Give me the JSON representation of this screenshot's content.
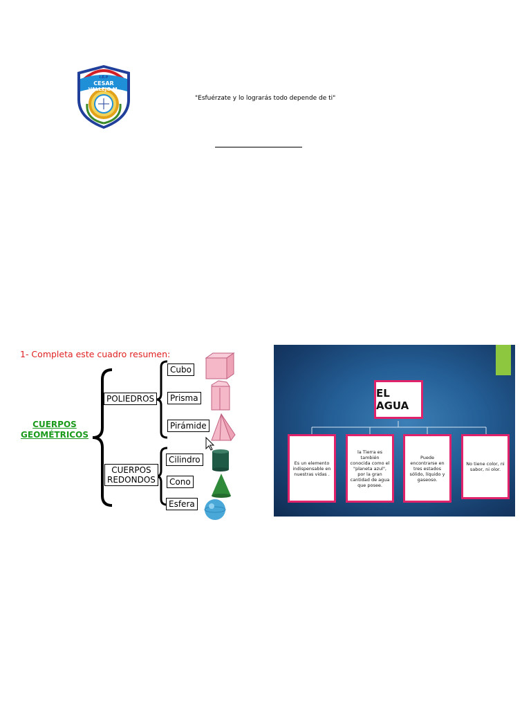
{
  "header": {
    "logo": {
      "text_top": "I.E.P",
      "text_main": "CESAR VALLEJO M.",
      "colors": {
        "shield_border": "#1f3f9a",
        "banner": "#1f8fd8",
        "gold": "#e2a21a",
        "red": "#d21f26"
      }
    },
    "motto": "\"Esfuérzate y lo lograrás todo depende de ti\""
  },
  "diagram": {
    "task_title": "1- Completa este cuadro resumen:",
    "root_line1": "CUERPOS",
    "root_line2": "GEOMÉTRICOS",
    "branch_poliedros": "POLIEDROS",
    "branch_redondos_line1": "CUERPOS",
    "branch_redondos_line2": "REDONDOS",
    "items": {
      "cubo": "Cubo",
      "prisma": "Prisma",
      "piramide": "Pirámide",
      "cilindro": "Cilindro",
      "cono": "Cono",
      "esfera": "Esfera"
    },
    "colors": {
      "title": "#e02020",
      "root": "#1a9a1a",
      "poliedros_fill": "#f4b8c8",
      "cylinder": "#1f5a46",
      "cone": "#2f8a3a",
      "sphere": "#4aa8d8"
    }
  },
  "agua": {
    "title": "EL AGUA",
    "cards": [
      "Es un elemento indispensable en nuestras vidas .",
      "la Tierra es también conocida como el \"planeta azul\", por la gran cantidad de agua que posee.",
      "Puede encontrarse en tres estados sólido, líquido y gaseoso.",
      "No tiene color, ni sabor, ni olor."
    ],
    "colors": {
      "border": "#e0226b",
      "background": "#245f96",
      "accent": "#8dc63f"
    }
  }
}
